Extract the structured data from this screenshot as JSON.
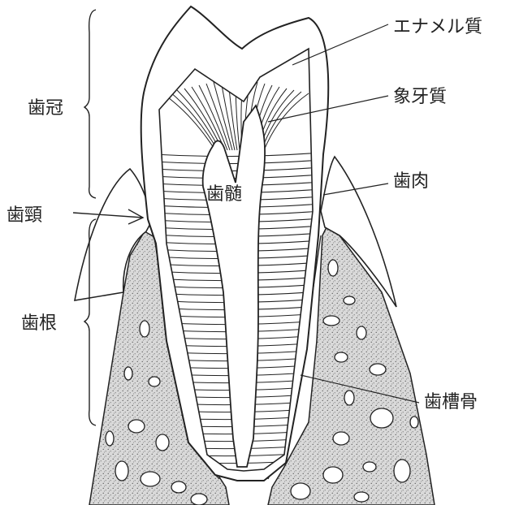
{
  "labels": {
    "crown": "歯冠",
    "neck": "歯頸",
    "root": "歯根",
    "enamel": "エナメル質",
    "dentin": "象牙質",
    "gum": "歯肉",
    "pulp": "歯髄",
    "alveolar_bone": "歯槽骨"
  }
}
